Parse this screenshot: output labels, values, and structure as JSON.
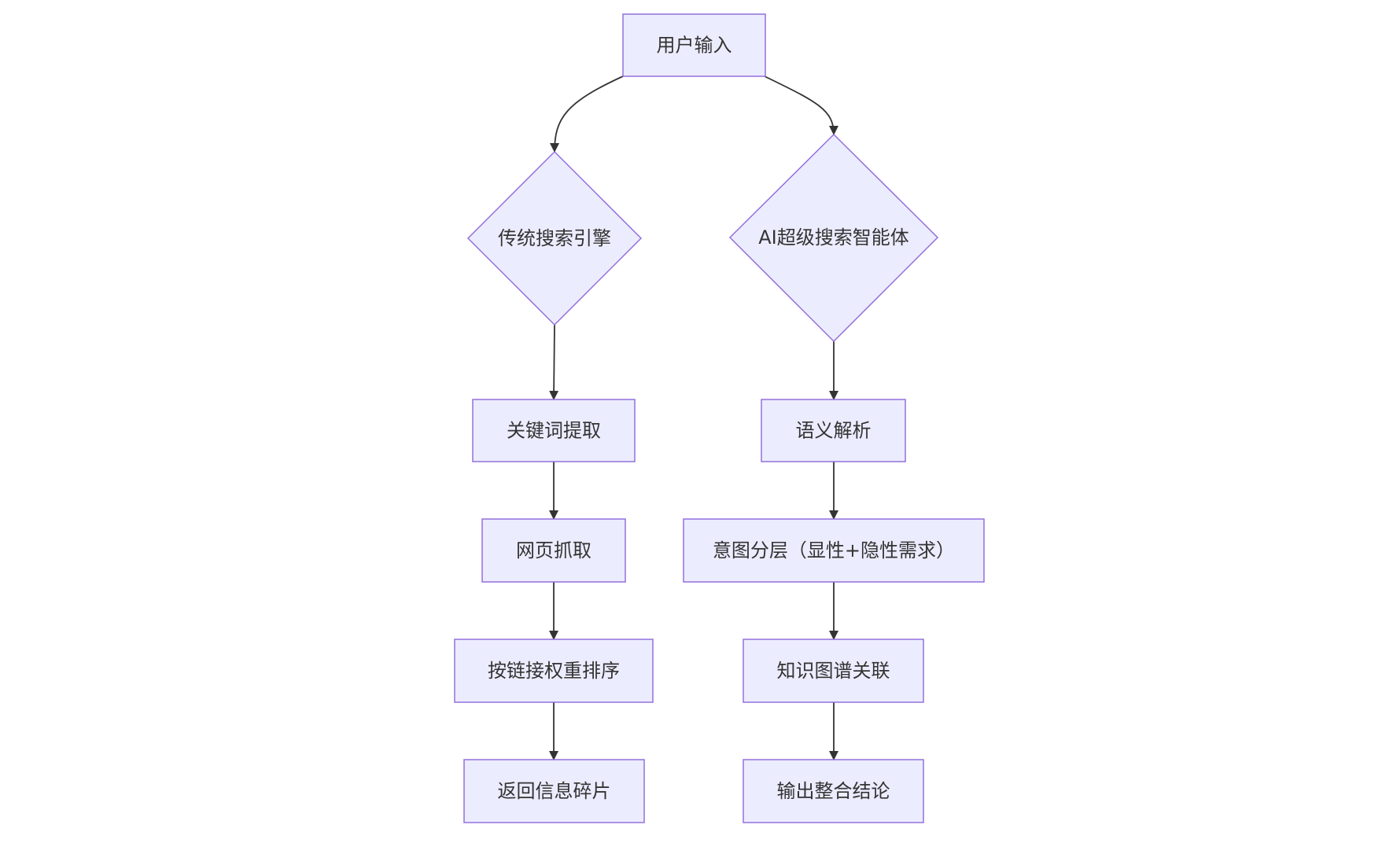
{
  "diagram": {
    "type": "flowchart",
    "colors": {
      "node_fill": "#ECECFF",
      "node_stroke": "#9370DB",
      "edge": "#333333",
      "text": "#333333"
    },
    "nodes": {
      "user_input": {
        "label": "用户输入",
        "shape": "rect"
      },
      "traditional": {
        "label": "传统搜索引擎",
        "shape": "diamond"
      },
      "ai_agent": {
        "label": "AI超级搜索智能体",
        "shape": "diamond"
      },
      "keyword": {
        "label": "关键词提取",
        "shape": "rect"
      },
      "crawl": {
        "label": "网页抓取",
        "shape": "rect"
      },
      "rank": {
        "label": "按链接权重排序",
        "shape": "rect"
      },
      "fragments": {
        "label": "返回信息碎片",
        "shape": "rect"
      },
      "semantic": {
        "label": "语义解析",
        "shape": "rect"
      },
      "intent": {
        "label": "意图分层（显性+隐性需求）",
        "shape": "rect"
      },
      "kg": {
        "label": "知识图谱关联",
        "shape": "rect"
      },
      "output": {
        "label": "输出整合结论",
        "shape": "rect"
      }
    },
    "edges": [
      {
        "from": "user_input",
        "to": "traditional"
      },
      {
        "from": "user_input",
        "to": "ai_agent"
      },
      {
        "from": "traditional",
        "to": "keyword"
      },
      {
        "from": "keyword",
        "to": "crawl"
      },
      {
        "from": "crawl",
        "to": "rank"
      },
      {
        "from": "rank",
        "to": "fragments"
      },
      {
        "from": "ai_agent",
        "to": "semantic"
      },
      {
        "from": "semantic",
        "to": "intent"
      },
      {
        "from": "intent",
        "to": "kg"
      },
      {
        "from": "kg",
        "to": "output"
      }
    ]
  }
}
